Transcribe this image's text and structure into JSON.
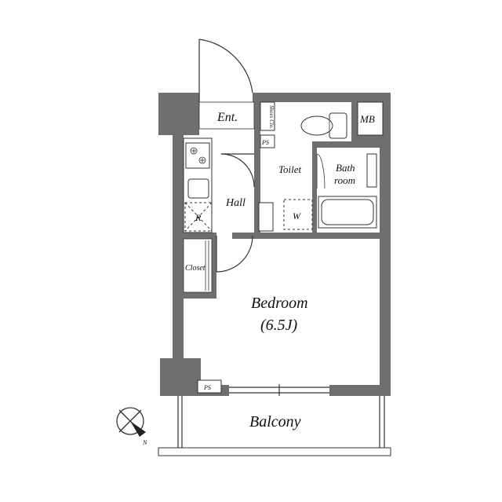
{
  "rooms": {
    "entrance": "Ent.",
    "shoe_closet": "Shoes Clo.",
    "ps_top": "PS",
    "mb": "MB",
    "toilet": "Toilet",
    "bath_line1": "Bath",
    "bath_line2": "room",
    "hall": "Hall",
    "washer": "W",
    "fridge": "R",
    "closet": "Closet",
    "bedroom": "Bedroom",
    "bedroom_size": "(6.5J)",
    "ps_bottom": "PS",
    "balcony": "Balcony"
  },
  "compass": {
    "north_label": "N"
  },
  "colors": {
    "wall": "#6f6f6f",
    "line": "#333333"
  }
}
